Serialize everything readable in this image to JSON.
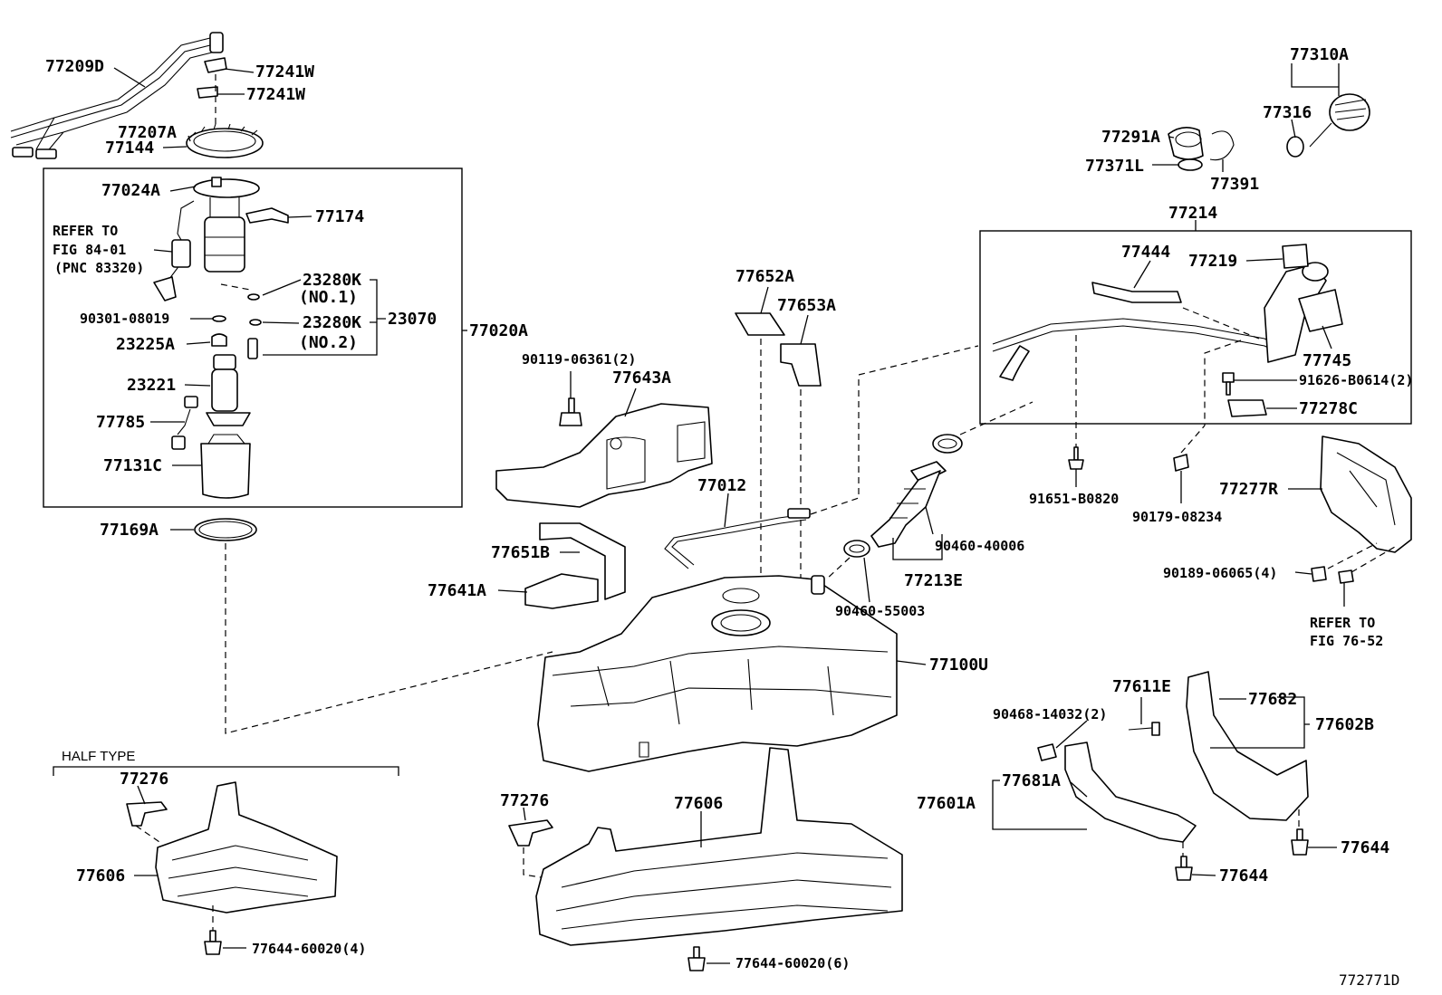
{
  "diagram_id": "772771D",
  "groups": {
    "half_type": "HALF TYPE"
  },
  "refer_fig84": [
    "REFER TO",
    "FIG 84-01",
    "(PNC 83320)"
  ],
  "refer_fig76": [
    "REFER TO",
    "FIG 76-52"
  ],
  "labels": {
    "p77209D": "77209D",
    "p77241W_a": "77241W",
    "p77241W_b": "77241W",
    "p77207A": "77207A",
    "p77144": "77144",
    "p77024A": "77024A",
    "p77174": "77174",
    "p23280K_1": "23280K",
    "no1": "(NO.1)",
    "p90301": "90301-08019",
    "p23280K_2": "23280K",
    "no2": "(NO.2)",
    "p23070": "23070",
    "p23225A": "23225A",
    "p23221": "23221",
    "p77785": "77785",
    "p77131C": "77131C",
    "p77020A": "77020A",
    "p77169A": "77169A",
    "p77652A": "77652A",
    "p77653A": "77653A",
    "p90119": "90119-06361(2)",
    "p77643A": "77643A",
    "p77012": "77012",
    "p77651B": "77651B",
    "p77641A": "77641A",
    "p77100U": "77100U",
    "p90460_55003": "90460-55003",
    "p90460_40006": "90460-40006",
    "p77213E": "77213E",
    "p77310A": "77310A",
    "p77316": "77316",
    "p77291A": "77291A",
    "p77371L": "77371L",
    "p77391": "77391",
    "p77214": "77214",
    "p77444": "77444",
    "p77219": "77219",
    "p77745": "77745",
    "p91626": "91626-B0614(2)",
    "p77278C": "77278C",
    "p91651": "91651-B0820",
    "p90179": "90179-08234",
    "p77277R": "77277R",
    "p90189": "90189-06065(4)",
    "p77276_a": "77276",
    "p77606_a": "77606",
    "p77644_60020_4": "77644-60020(4)",
    "p77276_b": "77276",
    "p77606_b": "77606",
    "p77644_60020_6": "77644-60020(6)",
    "p77611E": "77611E",
    "p90468": "90468-14032(2)",
    "p77682": "77682",
    "p77602B": "77602B",
    "p77681A": "77681A",
    "p77601A": "77601A",
    "p77644_a": "77644",
    "p77644_b": "77644"
  }
}
